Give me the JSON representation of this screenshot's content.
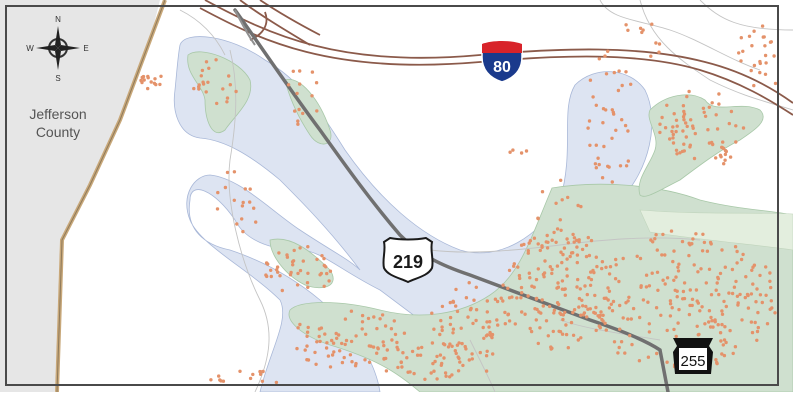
{
  "compass": {
    "north": "N",
    "south": "S",
    "east": "E",
    "west": "W",
    "icon": "compass-rose-icon"
  },
  "county_label": {
    "line1": "Jefferson",
    "line2": "County"
  },
  "shields": {
    "interstate": {
      "number": "80",
      "icon": "interstate-shield-icon",
      "colors": {
        "top": "#d8232a",
        "body": "#1a3a8c",
        "text": "#ffffff"
      }
    },
    "us_route": {
      "number": "219",
      "icon": "us-route-shield-icon"
    },
    "state_route": {
      "number": "255",
      "icon": "pa-keystone-shield-icon"
    }
  },
  "colors": {
    "county_area": "#e6e6e6",
    "floodplain_blue": "#dde4f2",
    "floodplain_green": "#cfe0cf",
    "interstate_road": "#8b5a4a",
    "highway": "#707070",
    "structure_point": "#e4926a",
    "county_boundary": "#c8a87a",
    "border": "#4a4a4a"
  }
}
